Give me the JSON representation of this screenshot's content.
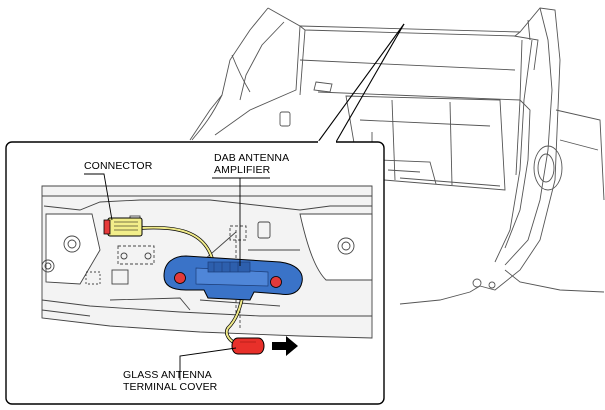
{
  "labels": {
    "connector": "CONNECTOR",
    "dab_line1": "DAB ANTENNA",
    "dab_line2": "AMPLIFIER",
    "glass_line1": "GLASS ANTENNA",
    "glass_line2": "TERMINAL COVER"
  },
  "colors": {
    "harness": "#f0ea8a",
    "connector": "#f2ee8a",
    "connector_tip": "#e63a3a",
    "amplifier": "#3a73c8",
    "clip": "#e23a3a",
    "terminal_cover": "#e8302a",
    "panel": "#eeeeee",
    "line": "#000000"
  },
  "icons": {
    "direction": "arrow-right-icon"
  }
}
